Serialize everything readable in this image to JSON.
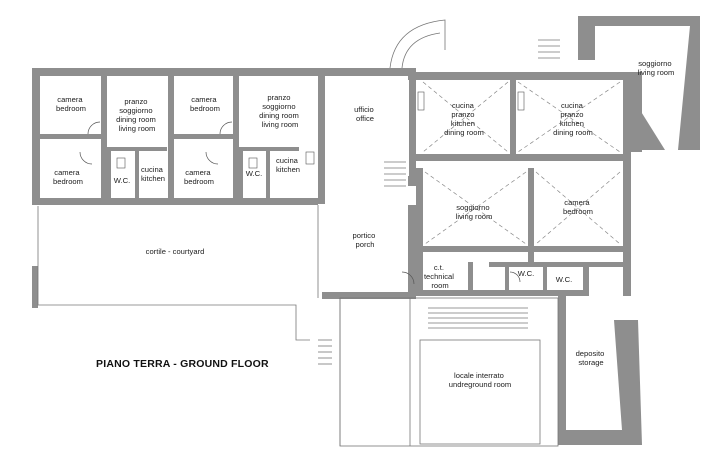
{
  "plan": {
    "title": "PIANO TERRA - GROUND FLOOR",
    "rooms": [
      {
        "id": "camera-bedroom-1",
        "lines": [
          "camera",
          "bedroom"
        ]
      },
      {
        "id": "pranzo-1",
        "lines": [
          "pranzo",
          "soggiorno",
          "dining room",
          "living room"
        ]
      },
      {
        "id": "camera-bedroom-2",
        "lines": [
          "camera",
          "bedroom"
        ]
      },
      {
        "id": "pranzo-2",
        "lines": [
          "pranzo",
          "soggiorno",
          "dining room",
          "living room"
        ]
      },
      {
        "id": "ufficio",
        "lines": [
          "ufficio",
          "office"
        ]
      },
      {
        "id": "cucina-pranzo-1",
        "lines": [
          "cucina",
          "pranzo",
          "kitchen",
          "dining room"
        ]
      },
      {
        "id": "cucina-pranzo-2",
        "lines": [
          "cucina",
          "pranzo",
          "kitchen",
          "dining room"
        ]
      },
      {
        "id": "soggiorno-top",
        "lines": [
          "soggiorno",
          "living room"
        ]
      },
      {
        "id": "camera-bedroom-3",
        "lines": [
          "camera",
          "bedroom"
        ]
      },
      {
        "id": "wc-1",
        "lines": [
          "W.C."
        ]
      },
      {
        "id": "cucina-kitchen-1",
        "lines": [
          "cucina",
          "kitchen"
        ]
      },
      {
        "id": "camera-bedroom-4",
        "lines": [
          "camera",
          "bedroom"
        ]
      },
      {
        "id": "wc-2",
        "lines": [
          "W.C."
        ]
      },
      {
        "id": "cucina-kitchen-2",
        "lines": [
          "cucina",
          "kitchen"
        ]
      },
      {
        "id": "soggiorno-living",
        "lines": [
          "soggiorno",
          "living room"
        ]
      },
      {
        "id": "camera-bedroom-5",
        "lines": [
          "camera",
          "bedroom"
        ]
      },
      {
        "id": "cortile",
        "lines": [
          "cortile - courtyard"
        ]
      },
      {
        "id": "portico",
        "lines": [
          "portico",
          "porch"
        ]
      },
      {
        "id": "technical",
        "lines": [
          "c.t.",
          "technical",
          "room"
        ]
      },
      {
        "id": "wc-3",
        "lines": [
          "W.C."
        ]
      },
      {
        "id": "wc-4",
        "lines": [
          "W.C."
        ]
      },
      {
        "id": "deposito",
        "lines": [
          "deposito",
          "storage"
        ]
      },
      {
        "id": "interrato",
        "lines": [
          "locale interrato",
          "undreground room"
        ]
      }
    ]
  }
}
